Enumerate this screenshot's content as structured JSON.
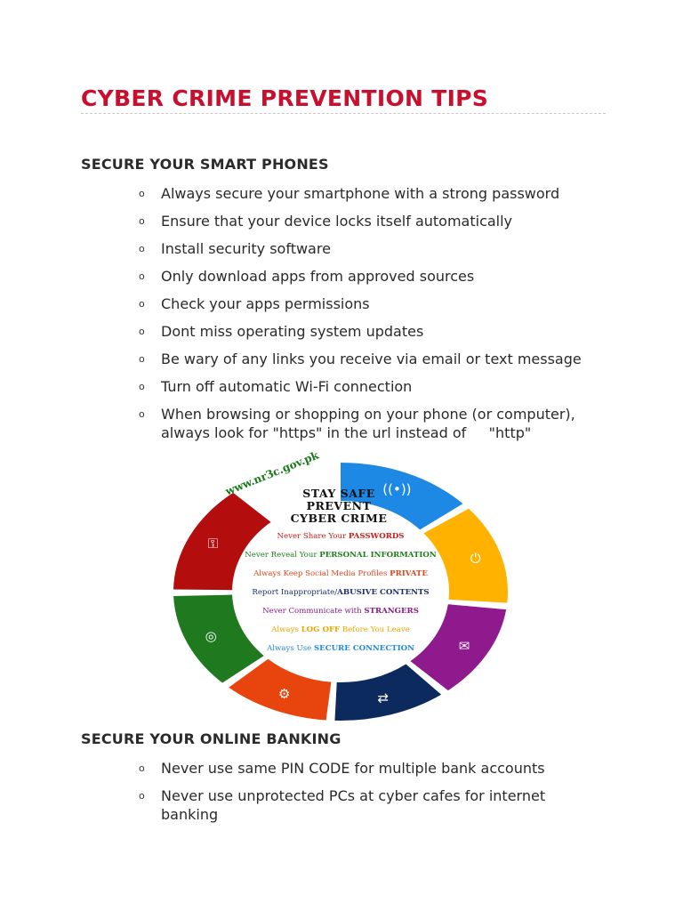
{
  "page": {
    "title": "CYBER CRIME PREVENTION TIPS"
  },
  "section_phones": {
    "heading": "SECURE YOUR SMART PHONES",
    "bullet_symbol": "o",
    "items": [
      "Always secure your smartphone with a strong password",
      "Ensure that your device locks itself automatically",
      "Install security software",
      "Only download apps from approved sources",
      "Check your apps permissions",
      "Dont miss operating system updates",
      "Be wary of any links you receive via email or text message",
      "Turn off automatic Wi-Fi connection",
      "When browsing or shopping on your phone (or computer),\nalways look for \"https\" in the url instead of     \"http\""
    ]
  },
  "infographic": {
    "url": "www.nr3c.gov.pk",
    "headline": [
      "STAY SAFE",
      "PREVENT",
      "CYBER CRIME"
    ],
    "tips": [
      {
        "pre": "Never Share Your ",
        "bold": "PASSWORDS",
        "post": "",
        "color": "#d11a1a"
      },
      {
        "pre": "Never Reveal Your ",
        "bold": "PERSONAL INFORMATION",
        "post": "",
        "color": "#1e7d1e"
      },
      {
        "pre": "Always Keep Social Media Profiles ",
        "bold": "PRIVATE",
        "post": "",
        "color": "#e0481a"
      },
      {
        "pre": "Report Inappropriate/",
        "bold": "ABUSIVE CONTENTS",
        "post": "",
        "color": "#1c2f6b"
      },
      {
        "pre": "Never Communicate with ",
        "bold": "STRANGERS",
        "post": "",
        "color": "#8b1a8b"
      },
      {
        "pre": "Always ",
        "bold": "LOG OFF",
        "post": " Before You Leave",
        "color": "#f0a500"
      },
      {
        "pre": "Always Use ",
        "bold": "SECURE CONNECTION",
        "post": "",
        "color": "#1e88e5"
      }
    ],
    "segment_colors": [
      "#1e88e5",
      "#ffb300",
      "#8e1a8e",
      "#0d2a5e",
      "#e8450e",
      "#1f7a1f",
      "#b30d0d"
    ],
    "segment_icons": [
      "wifi-icon",
      "power-icon",
      "message-icon",
      "link-icon",
      "gear-icon",
      "fingerprint-icon",
      "lock-icon"
    ]
  },
  "section_banking": {
    "heading": "SECURE YOUR ONLINE BANKING",
    "bullet_symbol": "o",
    "items": [
      "Never use same PIN CODE for multiple bank accounts",
      "Never use unprotected PCs at cyber cafes for internet\nbanking"
    ]
  }
}
